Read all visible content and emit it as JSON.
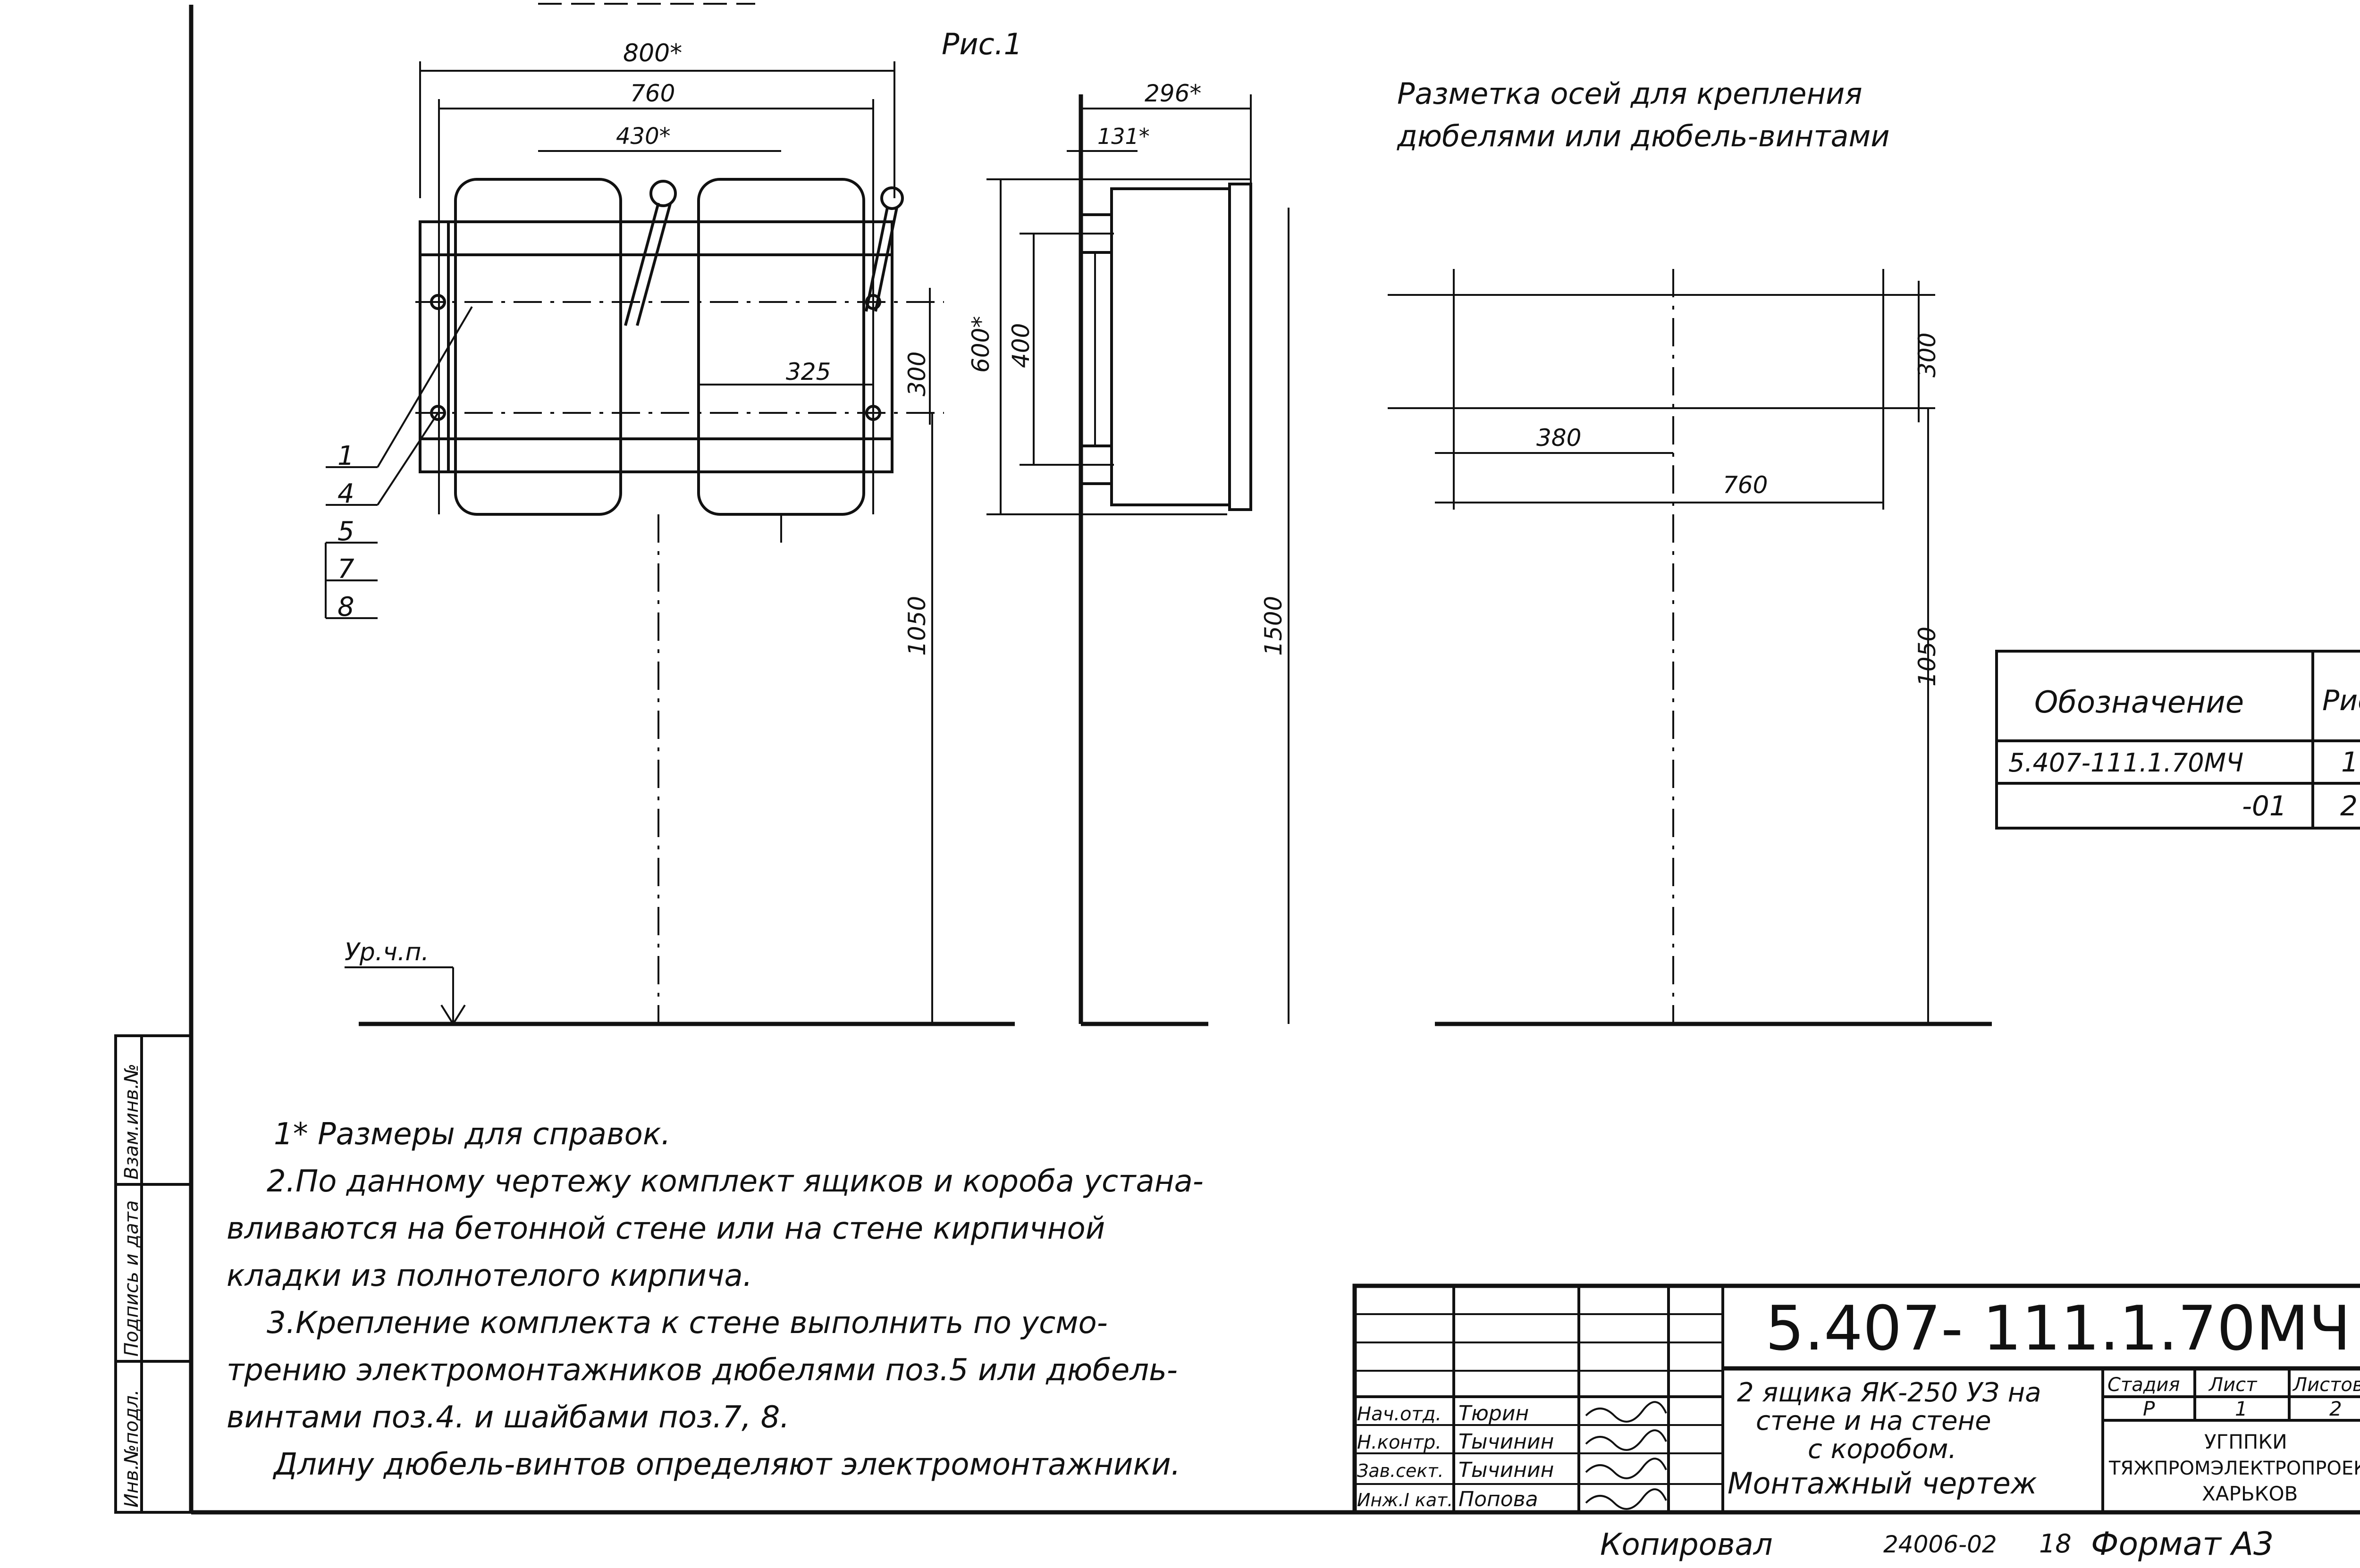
{
  "figure": {
    "title": "Рис.1",
    "front_view": {
      "dim_overall": "800*",
      "dim_mount": "760",
      "dim_box_axis": "430*",
      "dim_hole_offset": "325",
      "dim_vertical_holes": "300",
      "dim_height_floor": "1050",
      "callouts": [
        "1",
        "4",
        "5",
        "7",
        "8"
      ],
      "floor_mark": "Ур.ч.п."
    },
    "side_view": {
      "dim_depth": "296*",
      "dim_channel": "131*",
      "dim_height": "600*",
      "dim_mount": "400",
      "dim_floor": "1500"
    },
    "axes_layout": {
      "caption_line1": "Разметка осей для крепления",
      "caption_line2": "дюбелями или дюбель-винтами",
      "dim_vertical": "300",
      "dim_half": "380",
      "dim_full": "760",
      "dim_floor": "1050"
    }
  },
  "designation_table": {
    "headers": [
      "Обозначение",
      "Рис."
    ],
    "rows": [
      {
        "code": "5.407-111.1.70МЧ",
        "fig": "1"
      },
      {
        "code": "-01",
        "fig": "2"
      }
    ]
  },
  "notes": [
    "1* Размеры  для справок.",
    "2.По данному чертежу комплект ящиков и короба устана-",
    "вливаются на бетонной стене или на стене кирпичной",
    "кладки из полнотелого кирпича.",
    "3.Крепление комплекта к стене выполнить по усмо-",
    "трению электромонтажников дюбелями поз.5 или дюбель-",
    "винтами поз.4. и шайбами поз.7, 8.",
    "Длину дюбель-винтов определяют электромонтажники."
  ],
  "side_stamp": [
    "Инв.№подл.",
    "Подпись и дата",
    "Взам.инв.№"
  ],
  "title_block": {
    "document_code": "5.407- 111.1.70МЧ",
    "title_line1": "2 ящика ЯК-250 УЗ на",
    "title_line2": "стене и на стене",
    "title_line3": "с коробом.",
    "title_line4": "Монтажный чертеж",
    "stage_header": "Стадия",
    "sheet_header": "Лист",
    "sheets_header": "Листов",
    "stage": "Р",
    "sheet": "1",
    "sheets": "2",
    "org_line1": "УГППКИ",
    "org_line2": "ТЯЖПРОМЭЛЕКТРОПРОЕКТ",
    "org_line3": "ХАРЬКОВ",
    "people": [
      {
        "role": "Нач.отд.",
        "name": "Тюрин"
      },
      {
        "role": "Н.контр.",
        "name": "Тычинин"
      },
      {
        "role": "Зав.сект.",
        "name": "Тычинин"
      },
      {
        "role": "Инж.I кат.",
        "name": "Попова"
      }
    ]
  },
  "footer": {
    "copied": "Копировал",
    "archive_no": "24006-02",
    "sheet_no": "18",
    "format": "Формат А3"
  }
}
